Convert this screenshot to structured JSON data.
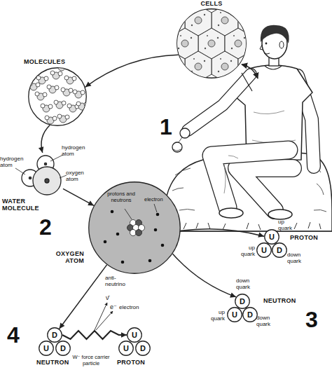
{
  "diagram": {
    "nodes": [
      {
        "text": [
          "CELLS"
        ]
      },
      {
        "text": [
          "MOLECULES"
        ]
      },
      {
        "text": [
          "WATER MOLECULE"
        ]
      },
      {
        "text": [
          "OXYGEN ATOM",
          "protons and neutrons",
          "electron"
        ]
      },
      {
        "text": [
          "U",
          "up quark"
        ]
      },
      {
        "text": [
          "U",
          "up quark"
        ]
      },
      {
        "text": [
          "D",
          "down quark"
        ]
      },
      {
        "text": [
          "D",
          "down quark"
        ]
      },
      {
        "text": [
          "U",
          "up quark"
        ]
      },
      {
        "text": [
          "D",
          "down quark"
        ]
      },
      {
        "text": [
          "D"
        ]
      },
      {
        "text": [
          "U"
        ]
      },
      {
        "text": [
          "D"
        ]
      },
      {
        "text": [
          "U"
        ]
      },
      {
        "text": [
          "U"
        ]
      },
      {
        "text": [
          "D"
        ]
      }
    ],
    "edges": [
      {
        "from": 0,
        "to": 1,
        "arrow": "to"
      },
      {
        "from": 1,
        "to": 2,
        "arrow": "to"
      },
      {
        "from": 2,
        "to": 3,
        "arrow": "to"
      },
      {
        "from": 3,
        "to": 4,
        "arrow": "to"
      },
      {
        "from": 3,
        "to": 7,
        "arrow": "to"
      },
      {
        "from": 3,
        "to": 10,
        "arrow": "to"
      },
      {
        "from": 10,
        "to": 13,
        "arrow": "to"
      }
    ],
    "labels": [
      "hydrogen atom",
      "hydrogen atom",
      "oxygen atom",
      "1",
      "2",
      "PROTON",
      "NEUTRON",
      "3",
      "anti-neutrino",
      "ν̄",
      "e⁻",
      "electron",
      "4",
      "W⁻ force carrier particle",
      "NEUTRON",
      "PROTON"
    ]
  }
}
